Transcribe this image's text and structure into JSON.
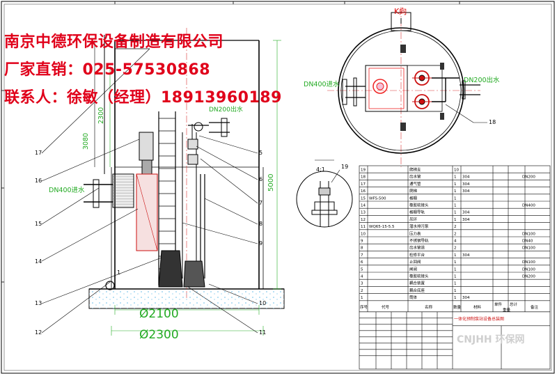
{
  "company": {
    "name": "南京中德环保设备制造有限公司",
    "phone_line": "厂家直销：025-57530868",
    "contact_line": "联系人：徐敏（经理）18913960189"
  },
  "labels": {
    "k_view": "K向",
    "inlet_dn400_top": "DN400进水",
    "outlet_dn200": "DN200出水",
    "inlet_dn400_side": "DN400进水",
    "outlet_dn200_side": "DN200出水",
    "section": "4:1",
    "dim_3080": "3080",
    "dim_2300": "2300",
    "dim_5000": "5000",
    "dia_2100": "Ø2100",
    "dia_2300": "Ø2300",
    "marker_1": "1"
  },
  "callouts_right": [
    "5",
    "6",
    "7",
    "8",
    "9",
    "10",
    "11",
    "18",
    "19"
  ],
  "callouts_left": [
    "17",
    "16",
    "15",
    "14",
    "13",
    "12"
  ],
  "bom": {
    "rows": [
      {
        "no": "19",
        "code": "",
        "name": "爬梯支",
        "qty": "10",
        "mat": "",
        "note": ""
      },
      {
        "no": "18",
        "code": "",
        "name": "出水管",
        "qty": "1",
        "mat": "304",
        "note": "DN200"
      },
      {
        "no": "17",
        "code": "",
        "name": "通气管",
        "qty": "1",
        "mat": "304",
        "note": ""
      },
      {
        "no": "16",
        "code": "",
        "name": "爬梯",
        "qty": "1",
        "mat": "304",
        "note": ""
      },
      {
        "no": "15",
        "code": "WFS-500",
        "name": "格栅",
        "qty": "1",
        "mat": "",
        "note": ""
      },
      {
        "no": "14",
        "code": "",
        "name": "橡胶软接头",
        "qty": "1",
        "mat": "",
        "note": "DN400"
      },
      {
        "no": "13",
        "code": "",
        "name": "格栅导轨",
        "qty": "1",
        "mat": "304",
        "note": ""
      },
      {
        "no": "12",
        "code": "",
        "name": "吊环",
        "qty": "1",
        "mat": "304",
        "note": ""
      },
      {
        "no": "11",
        "code": "WQ65-15-5.5",
        "name": "潜水排污泵",
        "qty": "2",
        "mat": "",
        "note": ""
      },
      {
        "no": "10",
        "code": "",
        "name": "压力表",
        "qty": "2",
        "mat": "",
        "note": "DN100"
      },
      {
        "no": "9",
        "code": "",
        "name": "不锈钢导轨",
        "qty": "4",
        "mat": "",
        "note": "DN40"
      },
      {
        "no": "8",
        "code": "",
        "name": "出水管道",
        "qty": "2",
        "mat": "",
        "note": "DN100"
      },
      {
        "no": "7",
        "code": "",
        "name": "检修平台",
        "qty": "1",
        "mat": "304",
        "note": ""
      },
      {
        "no": "6",
        "code": "",
        "name": "止回阀",
        "qty": "1",
        "mat": "",
        "note": "DN100"
      },
      {
        "no": "5",
        "code": "",
        "name": "闸阀",
        "qty": "1",
        "mat": "",
        "note": "DN100"
      },
      {
        "no": "4",
        "code": "",
        "name": "橡胶软接头",
        "qty": "1",
        "mat": "",
        "note": "DN200"
      },
      {
        "no": "3",
        "code": "",
        "name": "耦合装置",
        "qty": "1",
        "mat": "",
        "note": ""
      },
      {
        "no": "2",
        "code": "",
        "name": "耦合底座",
        "qty": "1",
        "mat": "",
        "note": ""
      },
      {
        "no": "1",
        "code": "",
        "name": "筒体",
        "qty": "1",
        "mat": "304",
        "note": ""
      }
    ],
    "header": {
      "no": "序号",
      "code": "代号",
      "name": "名称",
      "qty": "数量",
      "mat": "材料",
      "w1": "单件",
      "w2": "总计",
      "wlabel": "重量",
      "note": "备注"
    },
    "title_block": "一体化预制泵站设备总装图",
    "watermark": "CNJHH 环保网"
  }
}
